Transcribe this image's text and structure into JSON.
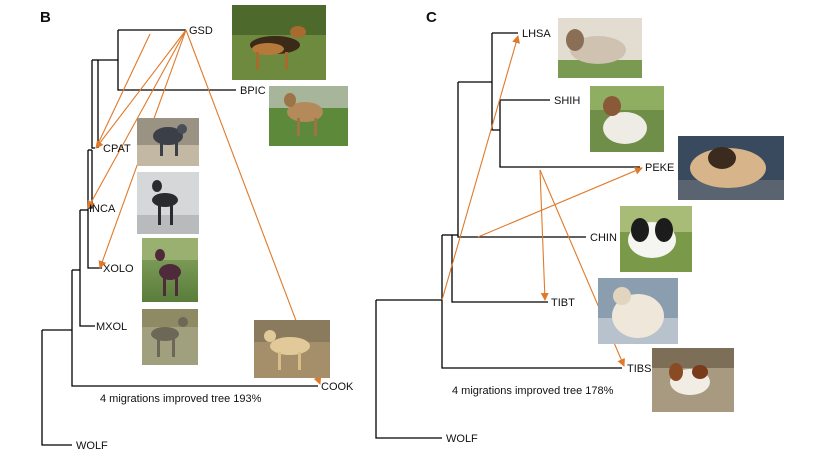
{
  "panels": {
    "B": {
      "letter": "B",
      "leaves": {
        "gsd": "GSD",
        "bpic": "BPIC",
        "cpat": "CPAT",
        "inca": "INCA",
        "xolo": "XOLO",
        "mxol": "MXOL",
        "cook": "COOK",
        "wolf": "WOLF"
      },
      "caption": "4 migrations improved tree 193%"
    },
    "C": {
      "letter": "C",
      "leaves": {
        "lhsa": "LHSA",
        "shih": "SHIH",
        "peke": "PEKE",
        "chin": "CHIN",
        "tibt": "TIBT",
        "tibs": "TIBS",
        "wolf": "WOLF"
      },
      "caption": "4 migrations improved tree 178%"
    }
  },
  "colors": {
    "migration": "#e07a2a",
    "branch": "#000000"
  }
}
